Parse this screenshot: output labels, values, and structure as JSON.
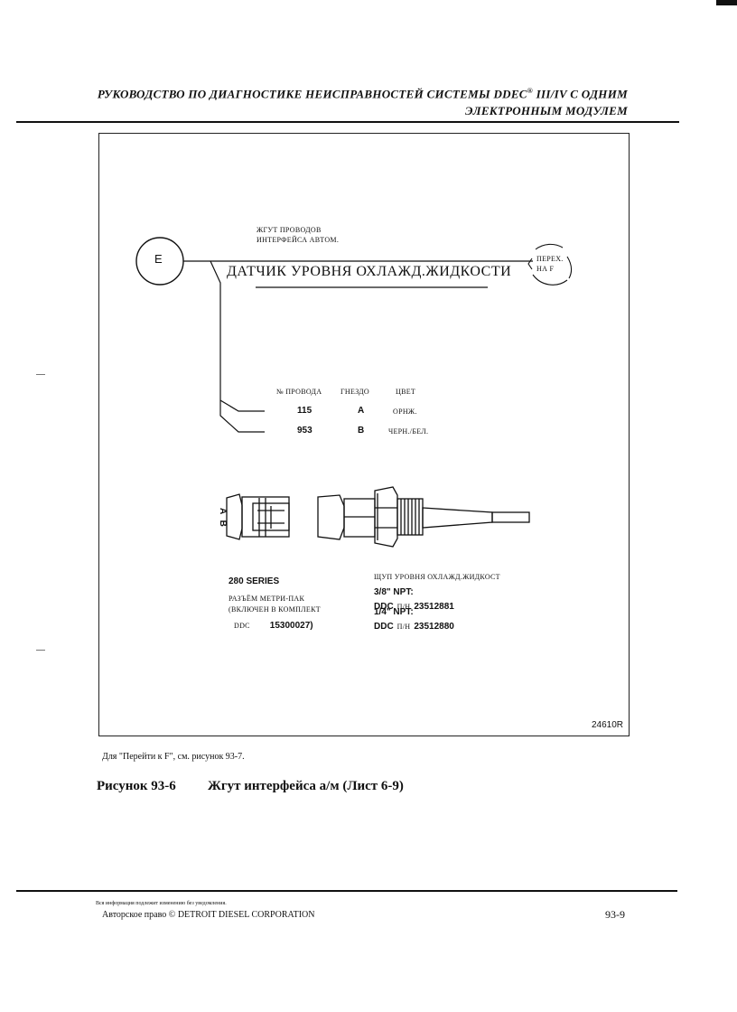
{
  "header": {
    "line1": "РУКОВОДСТВО ПО ДИАГНОСТИКЕ НЕИСПРАВНОСТЕЙ СИСТЕМЫ DDEC",
    "line1_sup": "®",
    "line1_tail": " III/IV С ОДНИМ",
    "line2": "ЭЛЕКТРОННЫМ МОДУЛЕМ"
  },
  "diagram": {
    "connector_letter": "E",
    "harness_label_1": "ЖГУТ ПРОВОДОВ",
    "harness_label_2": "ИНТЕРФЕЙСА АВТОМ.",
    "sensor_title": "ДАТЧИК УРОВНЯ ОХЛАЖД.ЖИДКОСТИ",
    "goto_1": "ПЕРЕХ.",
    "goto_2": "НА F",
    "table": {
      "headers": [
        "№ ПРОВОДА",
        "ГНЕЗДО",
        "ЦВЕТ"
      ],
      "rows": [
        {
          "wire": "115",
          "socket": "A",
          "color": "ОРНЖ."
        },
        {
          "wire": "953",
          "socket": "B",
          "color": "ЧЕРН./БЕЛ."
        }
      ]
    },
    "connector_pins": "A B",
    "series": "280 SERIES",
    "conn_desc_1": "РАЗЪЁМ МЕТРИ-ПАК",
    "conn_desc_2": "(ВКЛЮЧЕН В КОМПЛЕКТ",
    "conn_desc_3_prefix": "DDC",
    "conn_desc_3_num": "15300027)",
    "probe_title": "ЩУП УРОВНЯ ОХЛАЖД.ЖИДКОСТ",
    "probe_1_size": "3/8\" NPT:",
    "probe_1_prefix": "DDC",
    "probe_1_pn": "П/Н",
    "probe_1_num": "23512881",
    "probe_2_size": "1/4\" NPT:",
    "probe_2_prefix": "DDC",
    "probe_2_pn": "П/Н",
    "probe_2_num": "23512880",
    "figure_code": "24610R"
  },
  "note": "Для \"Перейти к F\", см. рисунок 93-7.",
  "caption": {
    "number": "Рисунок 93-6",
    "title": "Жгут интерфейса а/м (Лист 6-9)"
  },
  "footer": {
    "disclaimer": "Вся информация подлежит изменению без уведомления.",
    "copyright": "Авторское право © DETROIT DIESEL CORPORATION",
    "page_number": "93-9"
  }
}
